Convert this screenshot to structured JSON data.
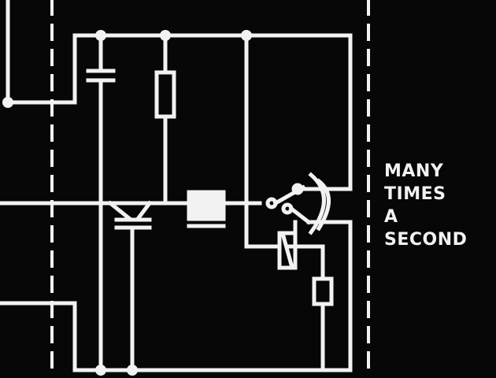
{
  "caption": {
    "lines": [
      "MANY",
      "TIMES",
      "A",
      "SECOND"
    ]
  },
  "colors": {
    "background": "#070707",
    "line": "#f2f2f2",
    "text": "#f2f2f2"
  },
  "components": [
    {
      "name": "capacitor",
      "type": "capacitor-icon"
    },
    {
      "name": "resistor-top",
      "type": "resistor-icon"
    },
    {
      "name": "transistor",
      "type": "transistor-icon"
    },
    {
      "name": "inductor-block",
      "type": "coil-icon"
    },
    {
      "name": "relay-switch",
      "type": "switch-icon"
    },
    {
      "name": "relay-coil",
      "type": "relay-coil-icon"
    },
    {
      "name": "resistor-bottom",
      "type": "resistor-icon"
    }
  ]
}
